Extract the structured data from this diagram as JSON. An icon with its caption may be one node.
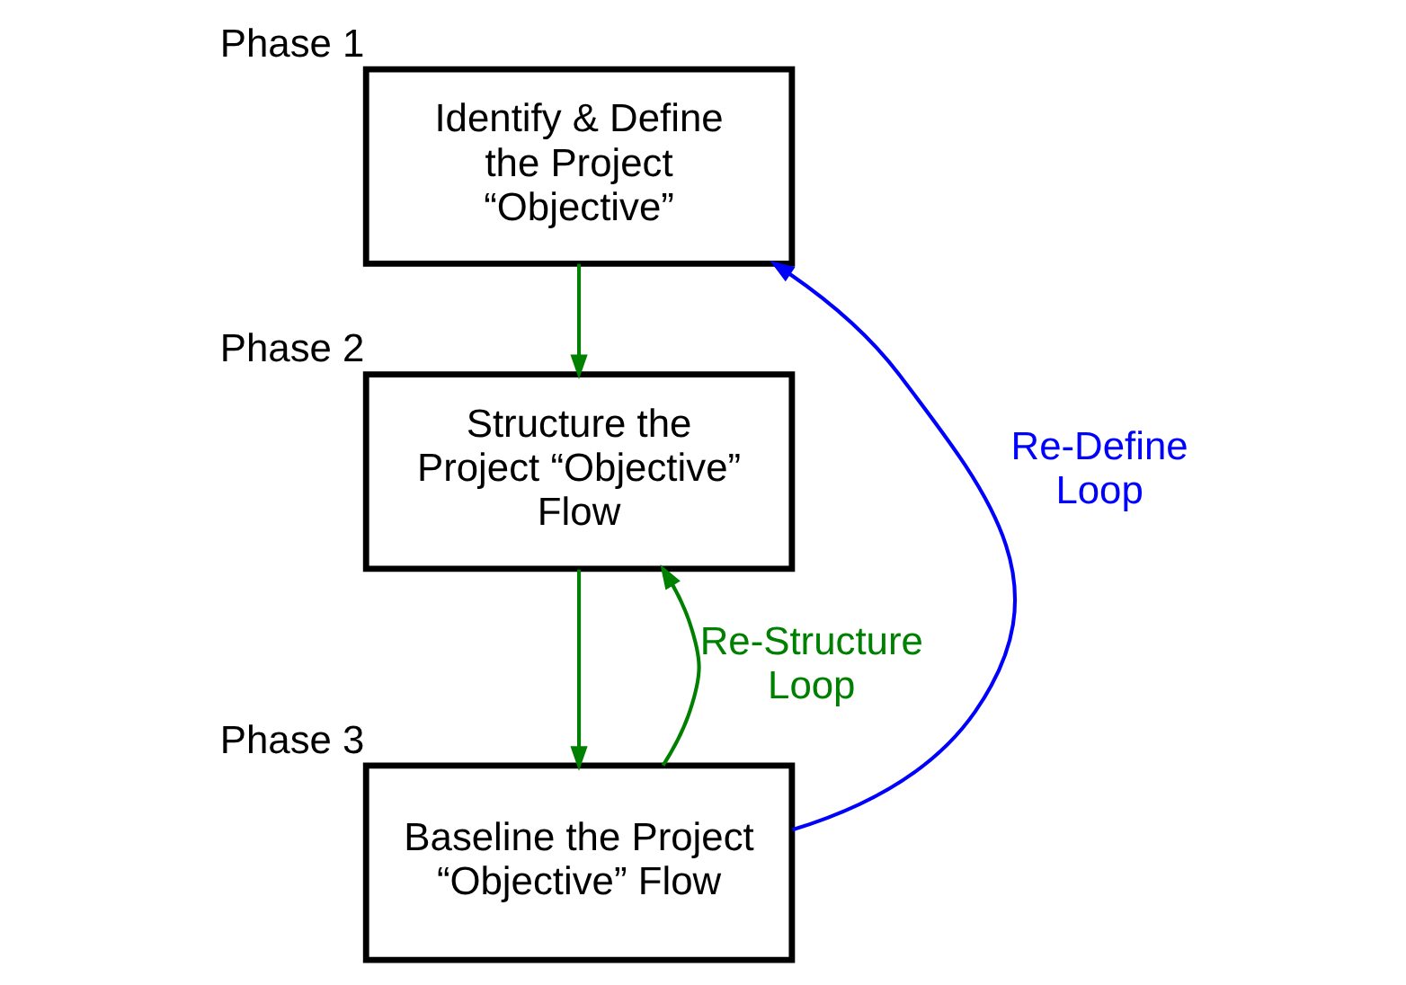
{
  "diagram": {
    "nodes": [
      {
        "text": [
          "Identify & Define the Project “Objective”"
        ],
        "beside": [
          "Phase 1"
        ]
      },
      {
        "text": [
          "Structure the Project “Objective” Flow"
        ],
        "beside": [
          "Phase 2"
        ]
      },
      {
        "text": [
          "Baseline the Project “Objective” Flow"
        ],
        "beside": [
          "Phase 3"
        ]
      }
    ],
    "edges": [
      {
        "from": 0,
        "to": 1,
        "arrow": "to"
      },
      {
        "from": 1,
        "to": 2,
        "arrow": "to"
      },
      {
        "from": 2,
        "to": 1,
        "arrow": "to",
        "label": "Re-Structure Loop"
      },
      {
        "from": 2,
        "to": 0,
        "arrow": "to",
        "label": "Re-Define Loop",
        "color": "#0000ff"
      }
    ]
  }
}
